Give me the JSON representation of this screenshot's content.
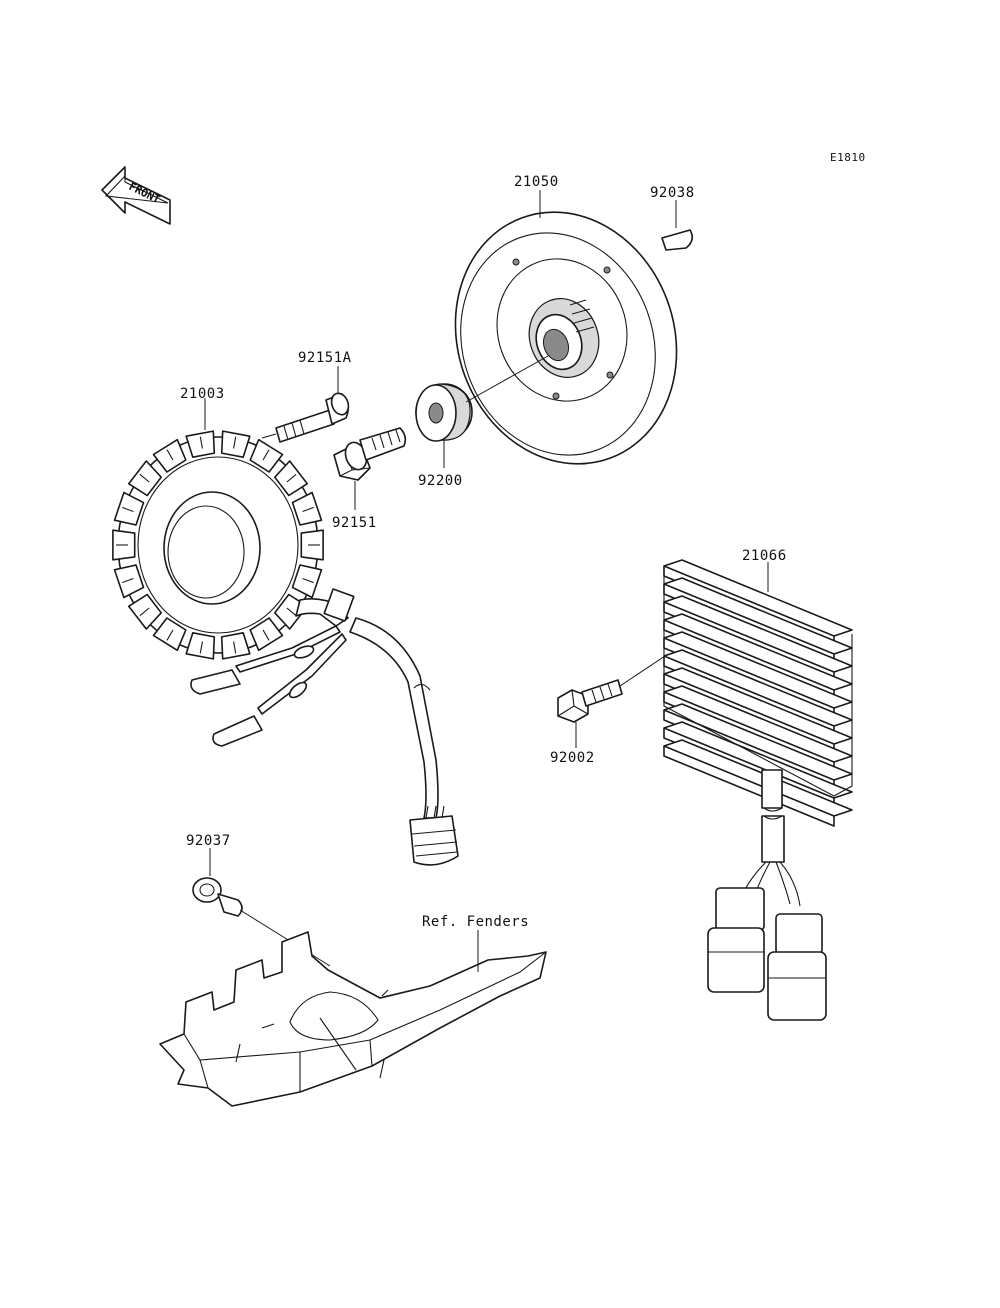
{
  "diagram_code": "E1810",
  "front_arrow": {
    "label": "FRONT",
    "icon": "front-direction-arrow-icon"
  },
  "parts": {
    "p21003": "21003",
    "p92151A": "92151A",
    "p92151": "92151",
    "p92200": "92200",
    "p21050": "21050",
    "p92038": "92038",
    "p21066": "21066",
    "p92002": "92002",
    "p92037": "92037"
  },
  "reference": {
    "fenders": "Ref. Fenders"
  },
  "colors": {
    "line": "#1a1a1a",
    "background": "#ffffff"
  }
}
